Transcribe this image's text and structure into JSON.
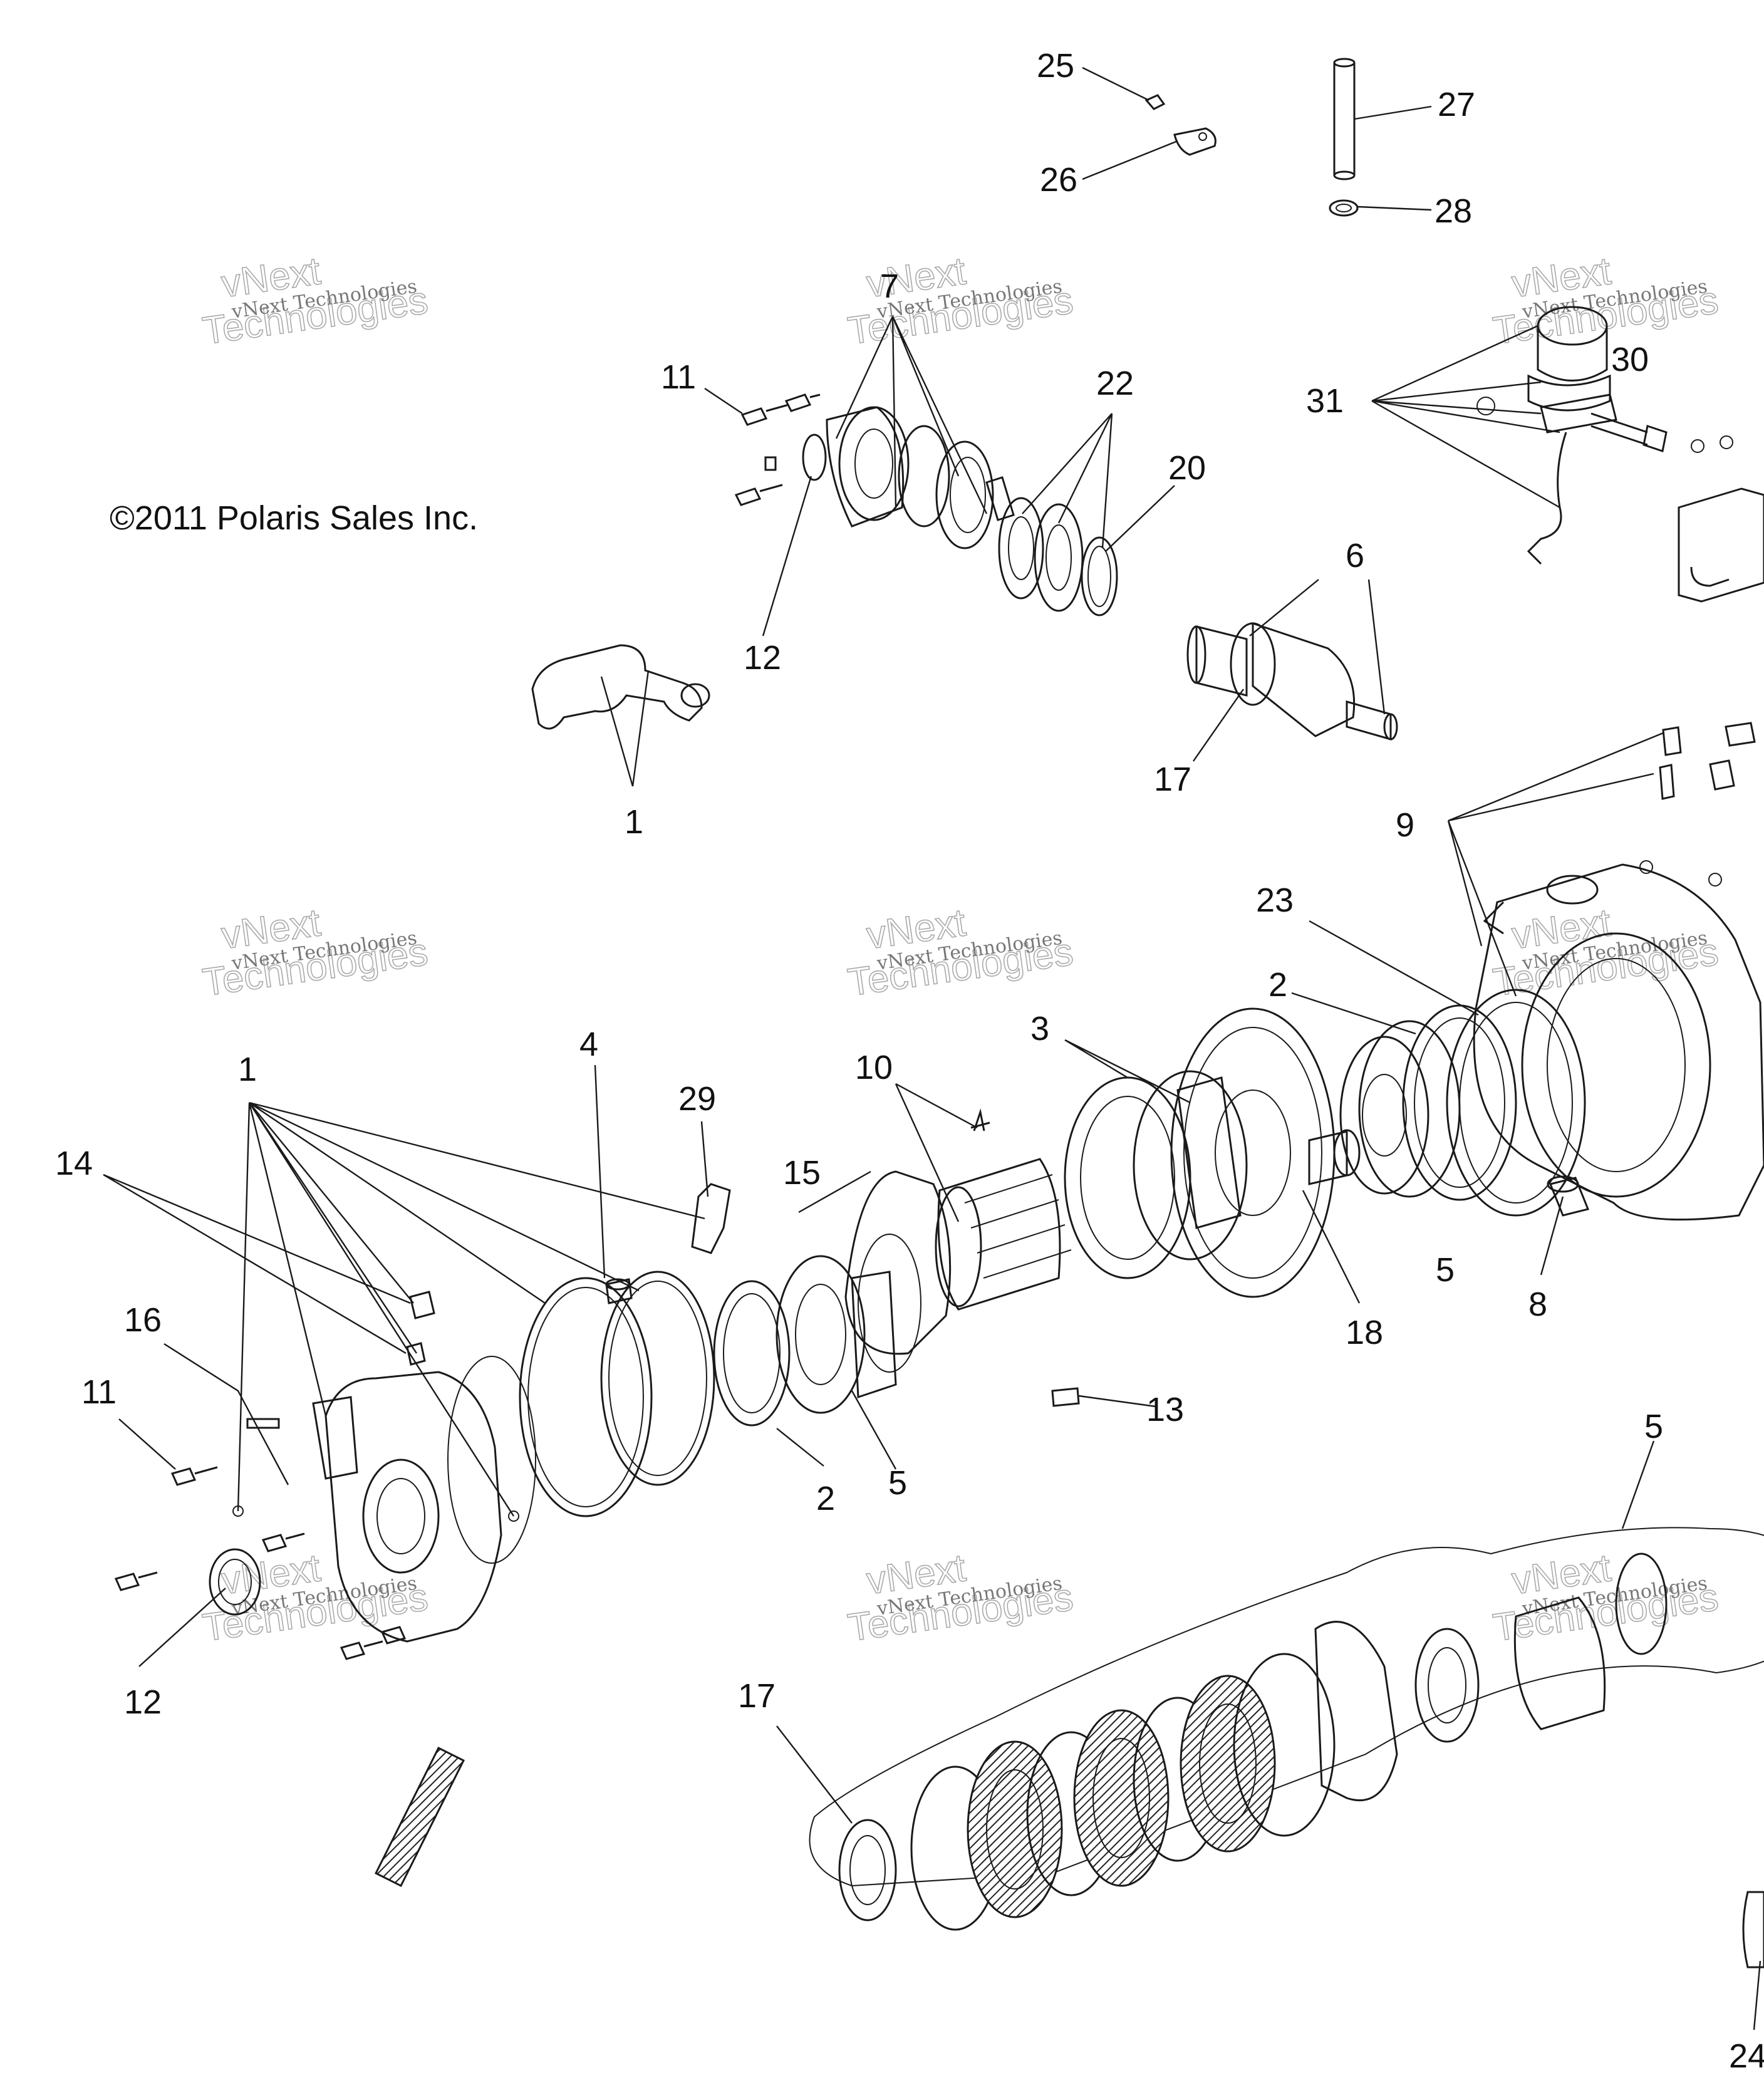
{
  "copyright": "©2011 Polaris Sales Inc.",
  "watermark": {
    "line1": "vNext Technologies",
    "line2": "vNext",
    "line3": "Technologies"
  },
  "callouts": [
    {
      "id": "c25",
      "label": "25"
    },
    {
      "id": "c26",
      "label": "26"
    },
    {
      "id": "c27",
      "label": "27"
    },
    {
      "id": "c28",
      "label": "28"
    },
    {
      "id": "c7",
      "label": "7"
    },
    {
      "id": "c11a",
      "label": "11"
    },
    {
      "id": "c22",
      "label": "22"
    },
    {
      "id": "c20",
      "label": "20"
    },
    {
      "id": "c12a",
      "label": "12"
    },
    {
      "id": "c1a",
      "label": "1"
    },
    {
      "id": "c31",
      "label": "31"
    },
    {
      "id": "c30",
      "label": "30"
    },
    {
      "id": "c6",
      "label": "6"
    },
    {
      "id": "c17a",
      "label": "17"
    },
    {
      "id": "c9",
      "label": "9"
    },
    {
      "id": "c23",
      "label": "23"
    },
    {
      "id": "c2a",
      "label": "2"
    },
    {
      "id": "c3",
      "label": "3"
    },
    {
      "id": "c10",
      "label": "10"
    },
    {
      "id": "c15",
      "label": "15"
    },
    {
      "id": "c29",
      "label": "29"
    },
    {
      "id": "c4",
      "label": "4"
    },
    {
      "id": "c1b",
      "label": "1"
    },
    {
      "id": "c14",
      "label": "14"
    },
    {
      "id": "c16",
      "label": "16"
    },
    {
      "id": "c11b",
      "label": "11"
    },
    {
      "id": "c12b",
      "label": "12"
    },
    {
      "id": "c2b",
      "label": "2"
    },
    {
      "id": "c5a",
      "label": "5"
    },
    {
      "id": "c13",
      "label": "13"
    },
    {
      "id": "c18",
      "label": "18"
    },
    {
      "id": "c5b",
      "label": "5"
    },
    {
      "id": "c8",
      "label": "8"
    },
    {
      "id": "c5c",
      "label": "5"
    },
    {
      "id": "c17b",
      "label": "17"
    },
    {
      "id": "c24",
      "label": "24"
    }
  ]
}
